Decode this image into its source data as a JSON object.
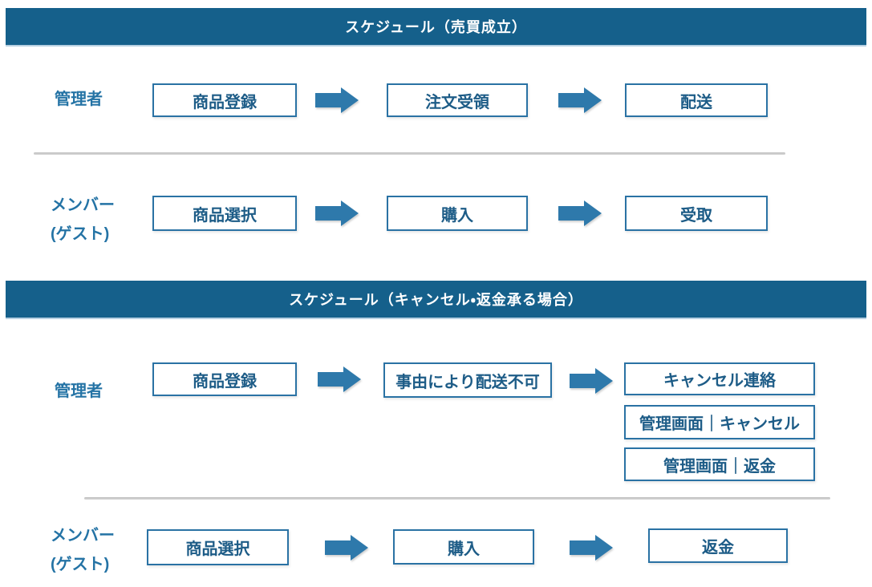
{
  "colors": {
    "header_bg": "#15608b",
    "header_text": "#ffffff",
    "box_border": "#2a72a4",
    "box_text": "#1d5c87",
    "label_text": "#2473a5",
    "arrow": "#2e79ab",
    "divider": "#c6c6c6",
    "background": "#ffffff"
  },
  "icons": {
    "arrow": "right-block-arrow"
  },
  "sections": [
    {
      "title": "スケジュール（売買成立）",
      "rows": [
        {
          "label_lines": [
            "管理者"
          ],
          "steps": [
            "商品登録",
            "注文受領",
            "配送"
          ]
        },
        {
          "label_lines": [
            "メンバー",
            "(ゲスト)"
          ],
          "steps": [
            "商品選択",
            "購入",
            "受取"
          ]
        }
      ]
    },
    {
      "title": "スケジュール（キャンセル・返金承る場合）",
      "rows": [
        {
          "label_lines": [
            "管理者"
          ],
          "steps": [
            "商品登録",
            "事由により配送不可"
          ],
          "stacked_steps": [
            "キャンセル連絡",
            "管理画面｜キャンセル",
            "管理画面｜返金"
          ]
        },
        {
          "label_lines": [
            "メンバー",
            "(ゲスト)"
          ],
          "steps": [
            "商品選択",
            "購入",
            "返金"
          ]
        }
      ]
    }
  ]
}
